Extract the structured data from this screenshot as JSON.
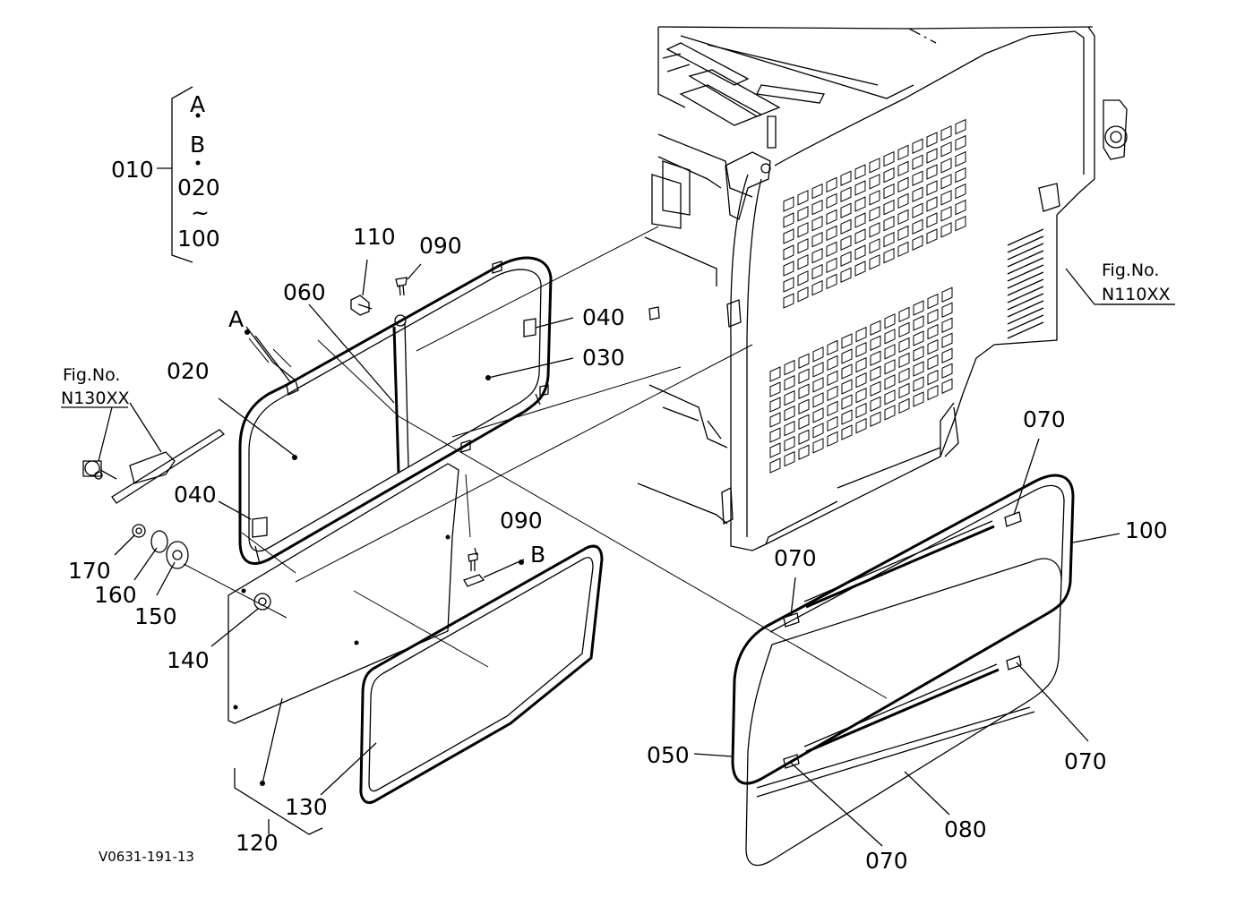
{
  "callouts": {
    "p010": "010",
    "p020a": "020",
    "p020b": "020",
    "p030": "030",
    "p040a": "040",
    "p040b": "040",
    "p050": "050",
    "p060": "060",
    "p070a": "070",
    "p070b": "070",
    "p070c": "070",
    "p070d": "070",
    "p080": "080",
    "p090a": "090",
    "p090b": "090",
    "p100a": "100",
    "p100b": "100",
    "p110": "110",
    "p120": "120",
    "p130": "130",
    "p140": "140",
    "p150": "150",
    "p160": "160",
    "p170": "170",
    "refA1": "A",
    "refA2": "A",
    "refB1": "B",
    "refB2": "B",
    "tilde": "~"
  },
  "fig_refs": {
    "left_label": "Fig.No.",
    "left_number": "N130XX",
    "right_label": "Fig.No.",
    "right_number": "N110XX"
  },
  "drawing_code": "V0631-191-13"
}
